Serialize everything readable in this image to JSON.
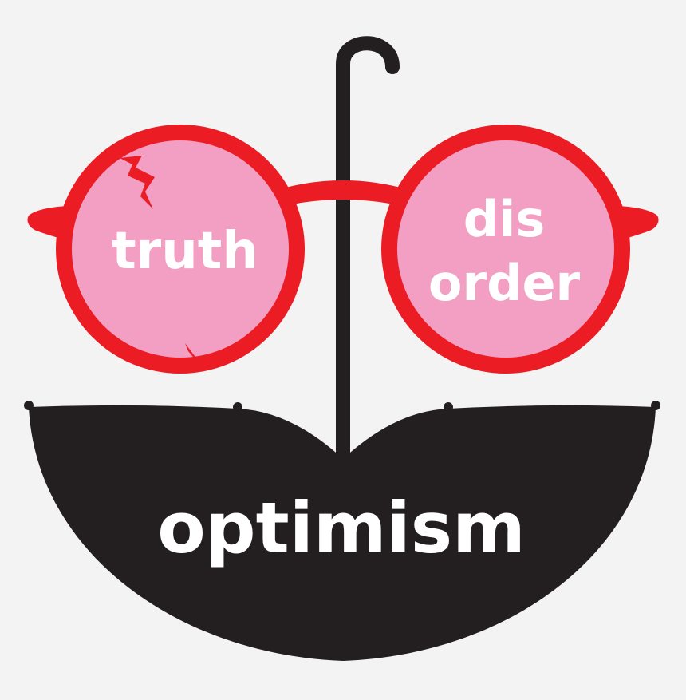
{
  "illustration": {
    "left_lens_text": "truth",
    "right_lens_top_text": "dis",
    "right_lens_bottom_text": "order",
    "umbrella_text": "optimism",
    "colors": {
      "background": "#f3f3f3",
      "frame_red": "#ec1c24",
      "lens_pink": "#f29fc3",
      "umbrella_black": "#231f20",
      "text_white": "#ffffff"
    }
  }
}
